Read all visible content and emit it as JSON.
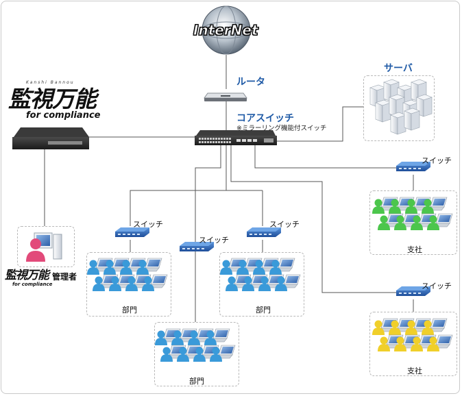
{
  "internet": {
    "label": "InterNet"
  },
  "router": {
    "label": "ルータ"
  },
  "server": {
    "label": "サーバ"
  },
  "core_switch": {
    "label": "コアスイッチ",
    "note": "※ミラーリング機能付スイッチ"
  },
  "product": {
    "name": "監視万能",
    "sub": "for compliance",
    "kana": "Kanshi Bannou",
    "admin_name": "監視万能",
    "admin_sub": "for compliance",
    "admin_suffix": "管理者"
  },
  "switches": [
    {
      "label": "スイッチ"
    },
    {
      "label": "スイッチ"
    },
    {
      "label": "スイッチ"
    },
    {
      "label": "スイッチ"
    },
    {
      "label": "スイッチ"
    }
  ],
  "groups": [
    {
      "label": "部門"
    },
    {
      "label": "部門"
    },
    {
      "label": "部門"
    },
    {
      "label": "支社"
    },
    {
      "label": "支社"
    }
  ],
  "colors": {
    "line": "#555555",
    "title_blue": "#1f5aa6",
    "person_blue": "#3a9ad9",
    "person_green": "#4cc64c",
    "person_yellow": "#f0cf2a",
    "switch_blue": "#2e6fc0"
  }
}
